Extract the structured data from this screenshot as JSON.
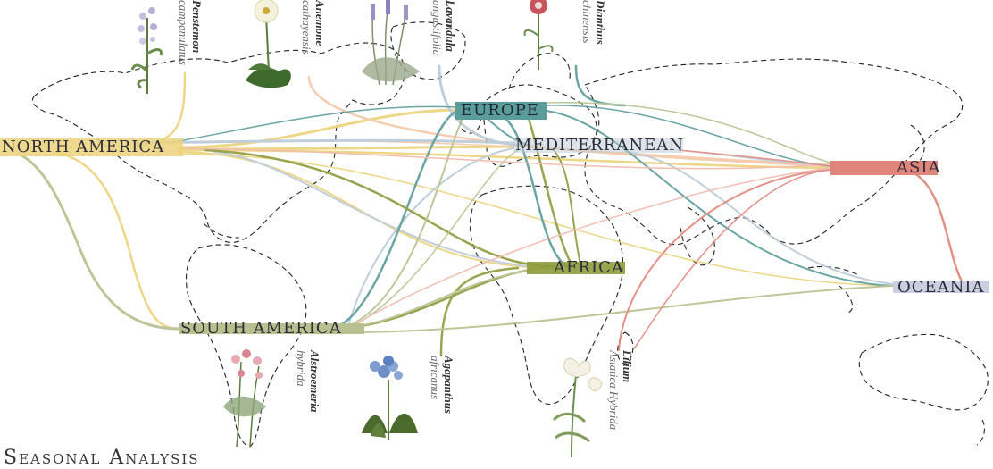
{
  "regions": {
    "north_america": {
      "label": "NORTH AMERICA",
      "color": "#ecd27a"
    },
    "europe": {
      "label": "EUROPE",
      "color": "#5a9c9a"
    },
    "mediterranean": {
      "label": "MEDITERRANEAN",
      "color": "#b9c9d6"
    },
    "asia": {
      "label": "ASIA",
      "color": "#e0857a"
    },
    "africa": {
      "label": "AFRICA",
      "color": "#8e9b3c"
    },
    "oceania": {
      "label": "OCEANIA",
      "color": "#c9cfe0"
    },
    "south_america": {
      "label": "SOUTH  AMERICA",
      "color": "#b7c08e"
    }
  },
  "plants": [
    {
      "genus": "Penstemon",
      "species": "campanulatus",
      "icon": "penstemon-illustration"
    },
    {
      "genus": "Anemone",
      "species": "cathayensis",
      "icon": "anemone-illustration"
    },
    {
      "genus": "Lavandula",
      "species": "angustifolia",
      "icon": "lavender-illustration"
    },
    {
      "genus": "Dianthus",
      "species": "chinensis",
      "icon": "dianthus-illustration"
    },
    {
      "genus": "Alstroemeria",
      "species": "hybrida",
      "icon": "alstroemeria-illustration"
    },
    {
      "genus": "Agapanthus",
      "species": "africanus",
      "icon": "agapanthus-illustration"
    },
    {
      "genus": "Lilium",
      "species": "Asiatica Hybrida",
      "icon": "lilium-illustration"
    }
  ],
  "footer": {
    "title": "Seasonal Analysis"
  }
}
